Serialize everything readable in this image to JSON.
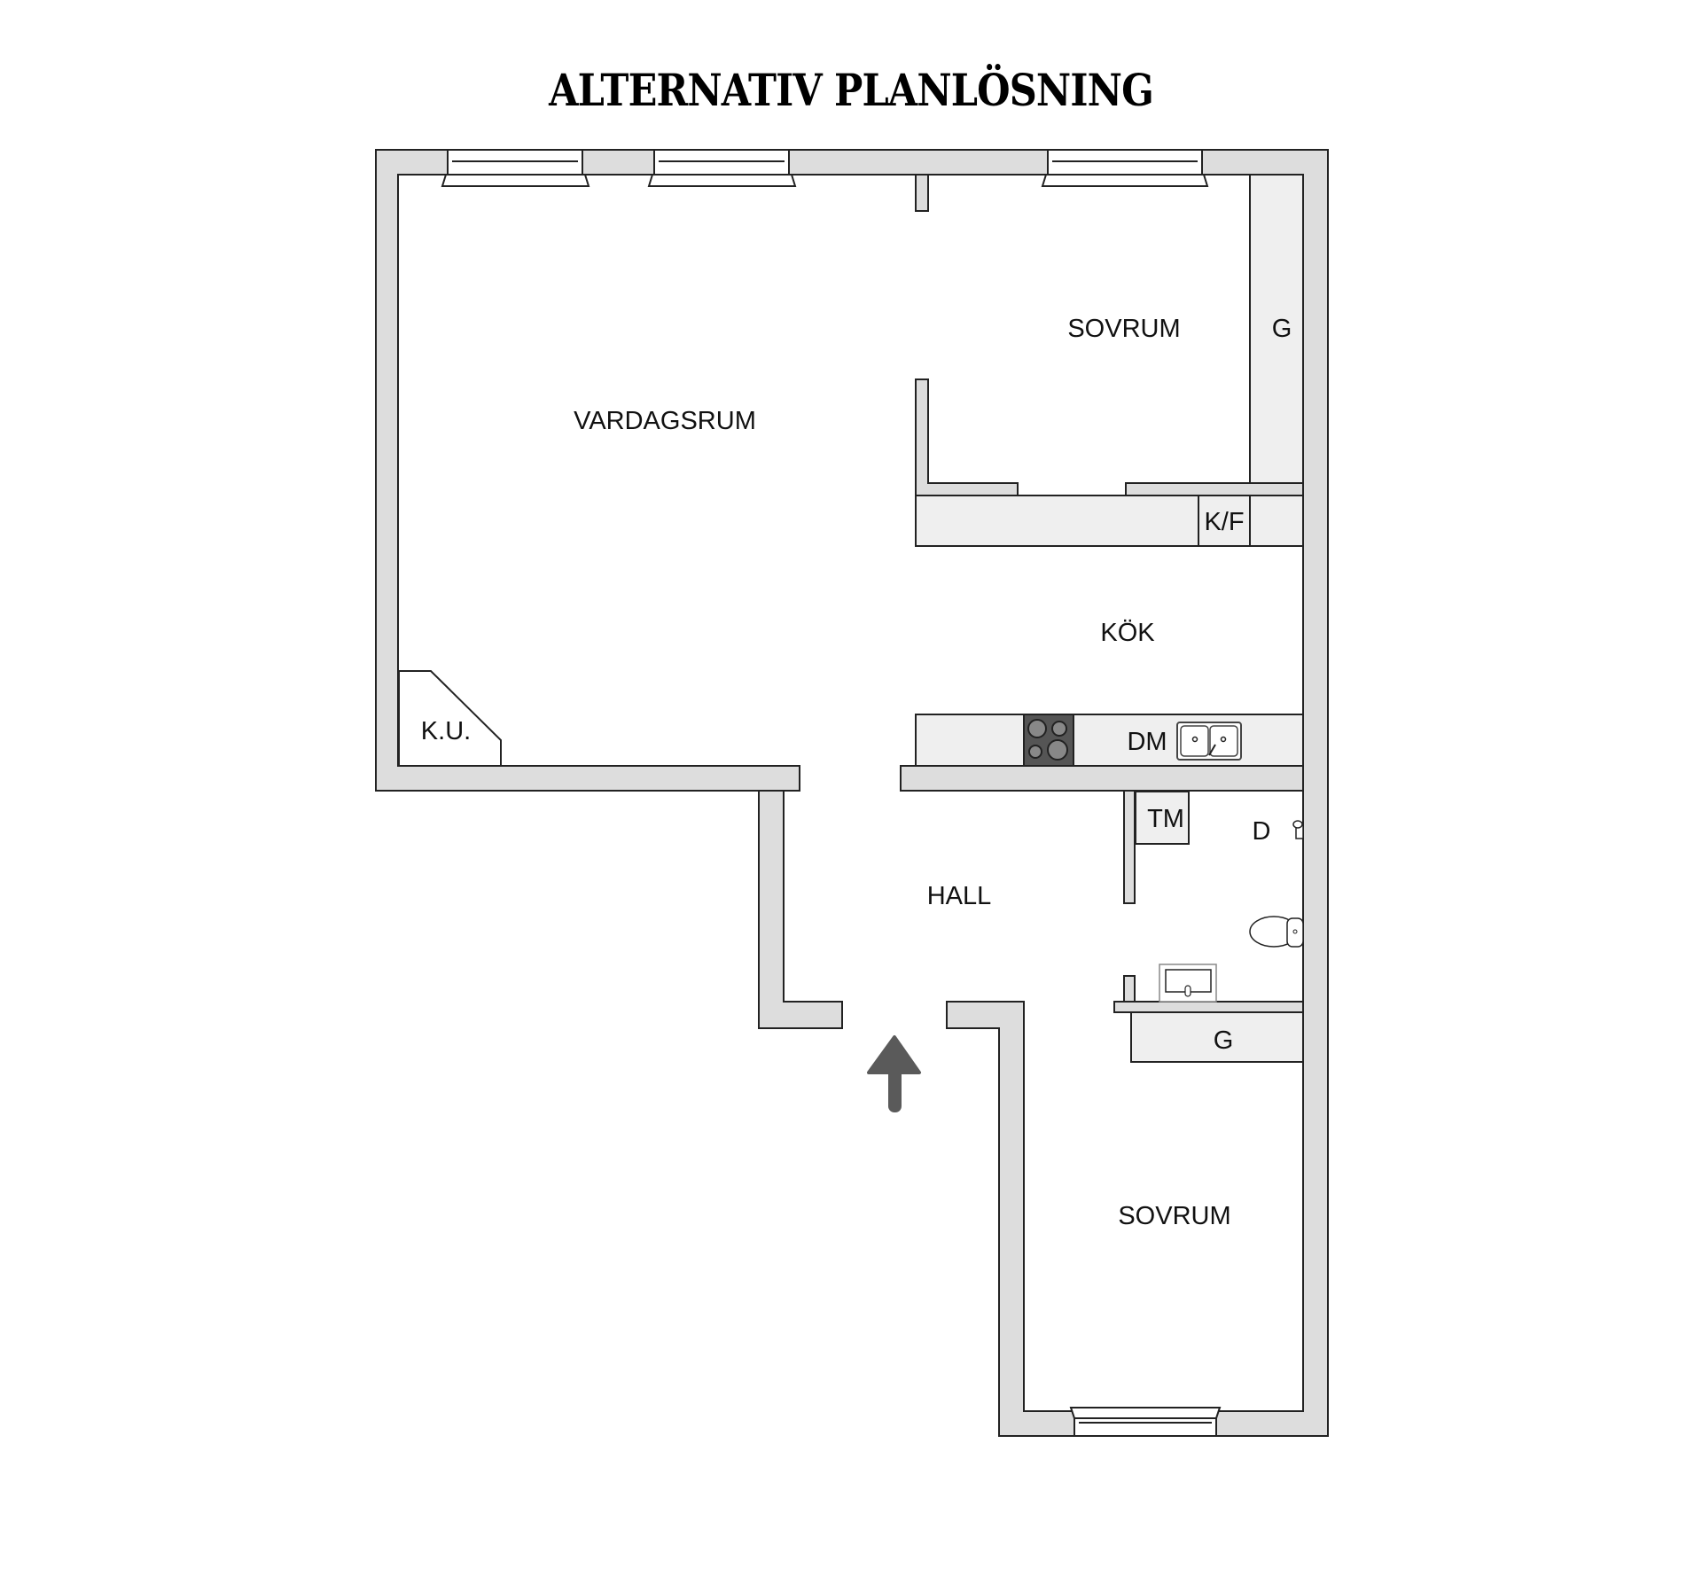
{
  "title": "ALTERNATIV PLANLÖSNING",
  "rooms": {
    "living_room": "VARDAGSRUM",
    "bedroom_top": "SOVRUM",
    "wardrobe_top": "G",
    "fridge_freezer": "K/F",
    "kitchen": "KÖK",
    "dishwasher": "DM",
    "corner_unit": "K.U.",
    "hall": "HALL",
    "washing_machine": "TM",
    "bath": "D",
    "wardrobe_bottom": "G",
    "bedroom_bottom": "SOVRUM"
  },
  "colors": {
    "wall": "#dddddd",
    "cabinet": "#efefef",
    "outline": "#222222",
    "cooktop": "#555555",
    "arrow": "#5a5a5a"
  }
}
